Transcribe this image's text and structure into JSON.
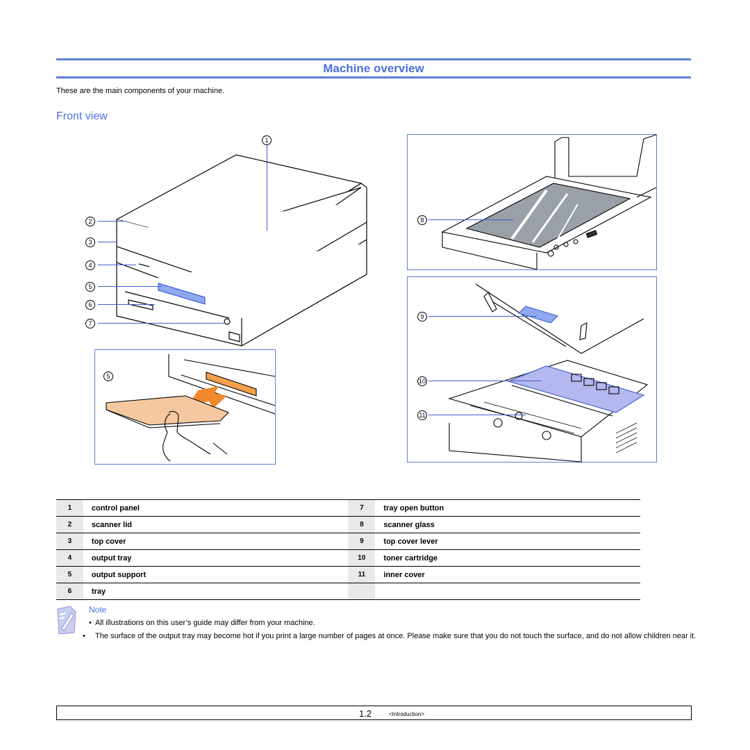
{
  "header": {
    "title": "Machine overview",
    "intro": "These are the main components of your machine.",
    "section": "Front view"
  },
  "callouts": [
    "1",
    "2",
    "3",
    "4",
    "5",
    "6",
    "7",
    "8",
    "9",
    "10",
    "11"
  ],
  "inset_label": "5",
  "parts": {
    "left": [
      {
        "num": "1",
        "label": "control panel"
      },
      {
        "num": "2",
        "label": "scanner lid"
      },
      {
        "num": "3",
        "label": "top cover"
      },
      {
        "num": "4",
        "label": "output tray"
      },
      {
        "num": "5",
        "label": "output support"
      },
      {
        "num": "6",
        "label": "tray"
      }
    ],
    "right": [
      {
        "num": "7",
        "label": "tray open button"
      },
      {
        "num": "8",
        "label": "scanner glass"
      },
      {
        "num": "9",
        "label": "top cover lever"
      },
      {
        "num": "10",
        "label": "toner cartridge"
      },
      {
        "num": "11",
        "label": "inner cover"
      },
      {
        "num": "",
        "label": ""
      }
    ]
  },
  "note": {
    "label": "Note",
    "bullet_symbol": "•",
    "items": [
      "All illustrations on this user’s guide may differ from your machine.",
      "The surface of the output tray may become hot if you print a large number of pages at once. Please make sure that you do not touch the surface, and do not allow children near it."
    ]
  },
  "footer": {
    "page_number": "1.2",
    "chapter": "<Introduction>"
  },
  "colors": {
    "accent": "#4c6fe0",
    "rule": "#5b7fd6",
    "arrow": "#f08a2c",
    "glass": "#9aa0a8",
    "cartridge": "#b5b8ee"
  }
}
